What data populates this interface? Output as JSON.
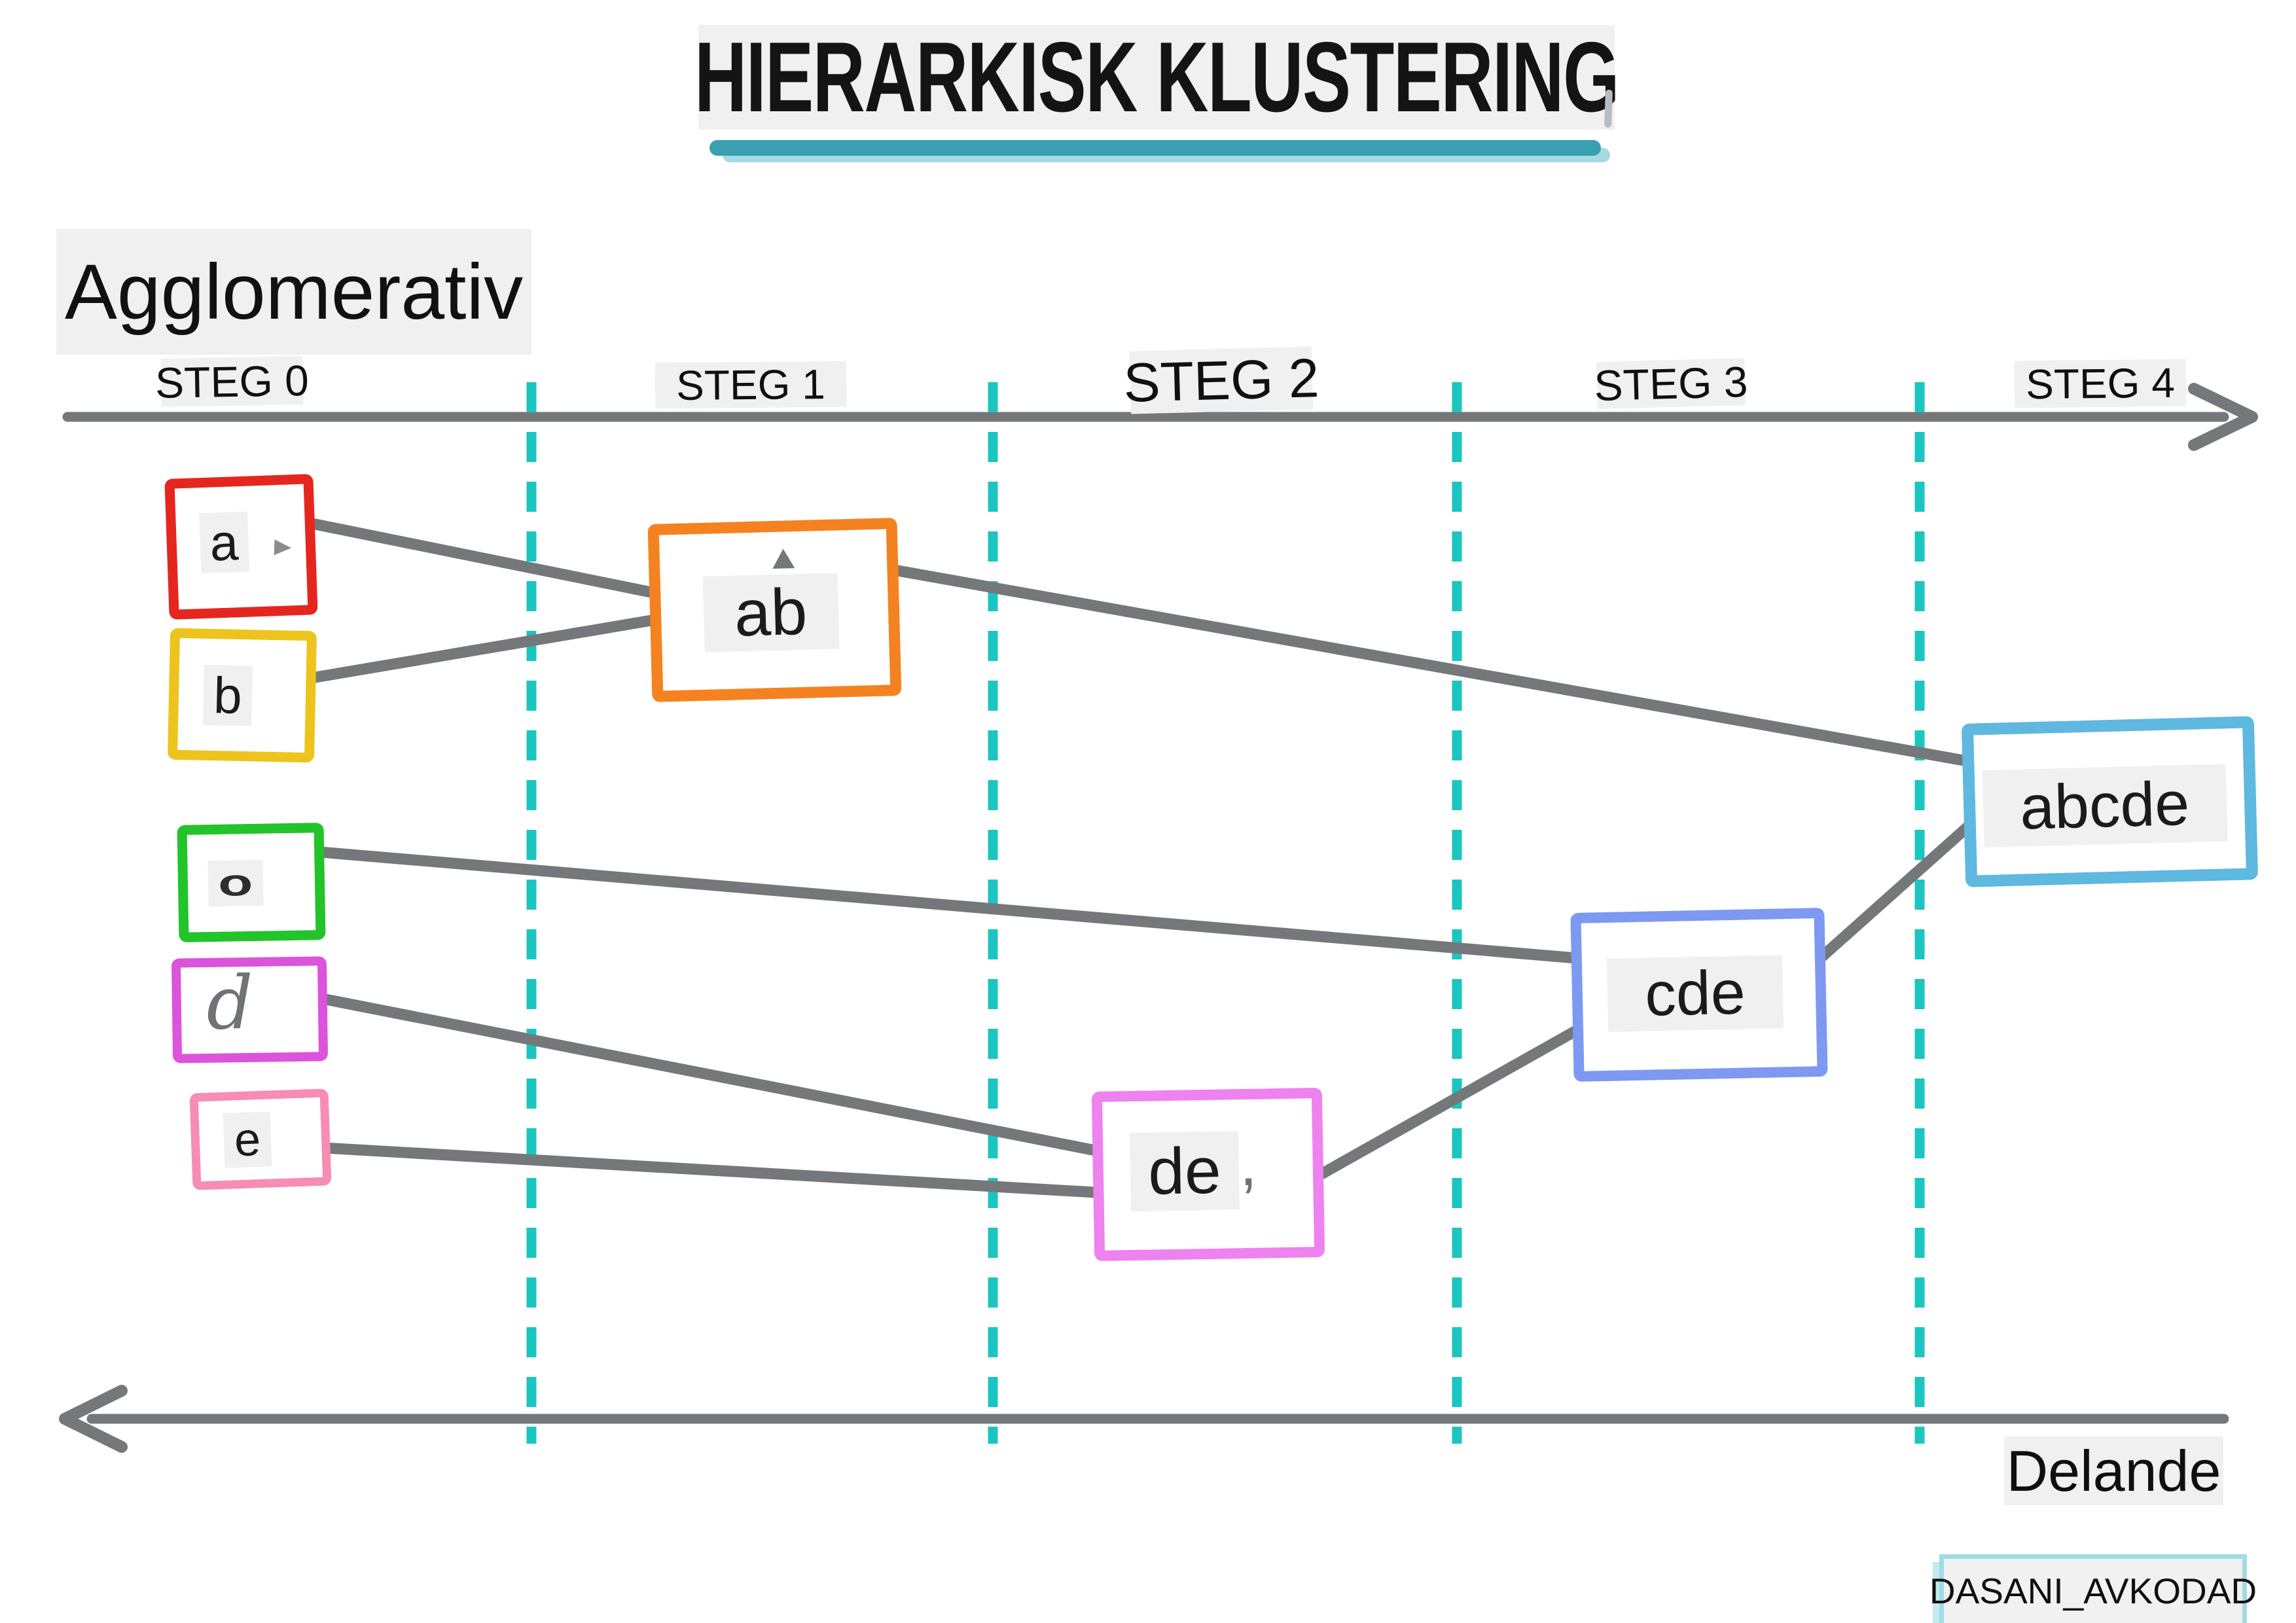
{
  "title": {
    "text": "HIERARKISK KLUSTERING"
  },
  "labels": {
    "method": "Agglomerativ",
    "direction": "Delande",
    "watermark": "DASANI_AVKODAD"
  },
  "timeline": {
    "steps": [
      "STEG 0",
      "STEG 1",
      "STEG 2",
      "STEG 3",
      "STEG 4"
    ]
  },
  "nodes": {
    "a": {
      "label": "a",
      "color": "#e5261f"
    },
    "b": {
      "label": "b",
      "color": "#edc41d"
    },
    "c": {
      "label": "o",
      "color": "#23c32a"
    },
    "d": {
      "label": "d",
      "color": "#dc53dc"
    },
    "e": {
      "label": "e",
      "color": "#f78cb5"
    },
    "ab": {
      "label": "ab",
      "color": "#f58220"
    },
    "de": {
      "label": "de",
      "color": "#ee82ee"
    },
    "cde": {
      "label": "cde",
      "color": "#7e99f2"
    },
    "abcde": {
      "label": "abcde",
      "color": "#5fb8e0"
    }
  },
  "marks": {
    "de_comma": ","
  },
  "colors": {
    "connector": "#75787b",
    "dash": "#1bc5c0",
    "underline": "#3a9fb0",
    "underline_shadow": "#a5d9e3",
    "highlight": "#f0f0f0"
  }
}
